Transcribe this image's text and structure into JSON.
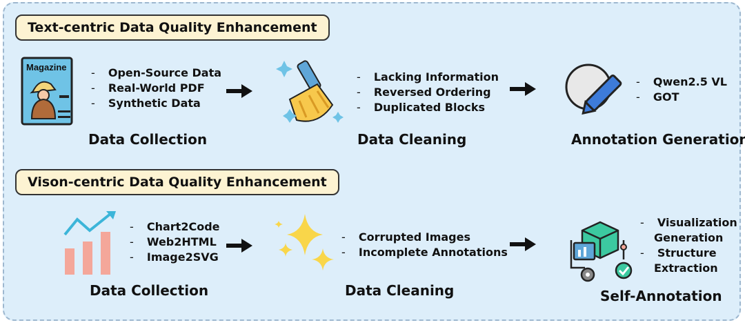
{
  "text_centric": {
    "title": "Text-centric Data Quality Enhancement",
    "collection": {
      "label": "Data Collection",
      "icon_text": "Magazine",
      "items": [
        "Open-Source Data",
        "Real-World PDF",
        "Synthetic Data"
      ]
    },
    "cleaning": {
      "label": "Data Cleaning",
      "items": [
        "Lacking Information",
        "Reversed Ordering",
        "Duplicated Blocks"
      ]
    },
    "annotation": {
      "label": "Annotation Generation",
      "items": [
        "Qwen2.5 VL",
        "GOT"
      ]
    }
  },
  "vision_centric": {
    "title": "Vison-centric Data Quality Enhancement",
    "collection": {
      "label": "Data Collection",
      "items": [
        "Chart2Code",
        "Web2HTML",
        "Image2SVG"
      ]
    },
    "cleaning": {
      "label": "Data Cleaning",
      "items": [
        "Corrupted Images",
        "Incomplete Annotations"
      ]
    },
    "annotation": {
      "label": "Self-Annotation",
      "items": [
        "Visualization",
        "Generation",
        "Structure",
        "Extraction"
      ]
    }
  },
  "colors": {
    "panel": "#ddeefa",
    "title_box": "#fdf3d2",
    "magazine_blue": "#6fc3e6",
    "broom_yellow": "#f7c84c",
    "pen_blue": "#3d7bd9",
    "bar_salmon": "#f4a79a",
    "sparkle_yellow": "#f9d64a",
    "cube_green": "#3cc9a0"
  }
}
